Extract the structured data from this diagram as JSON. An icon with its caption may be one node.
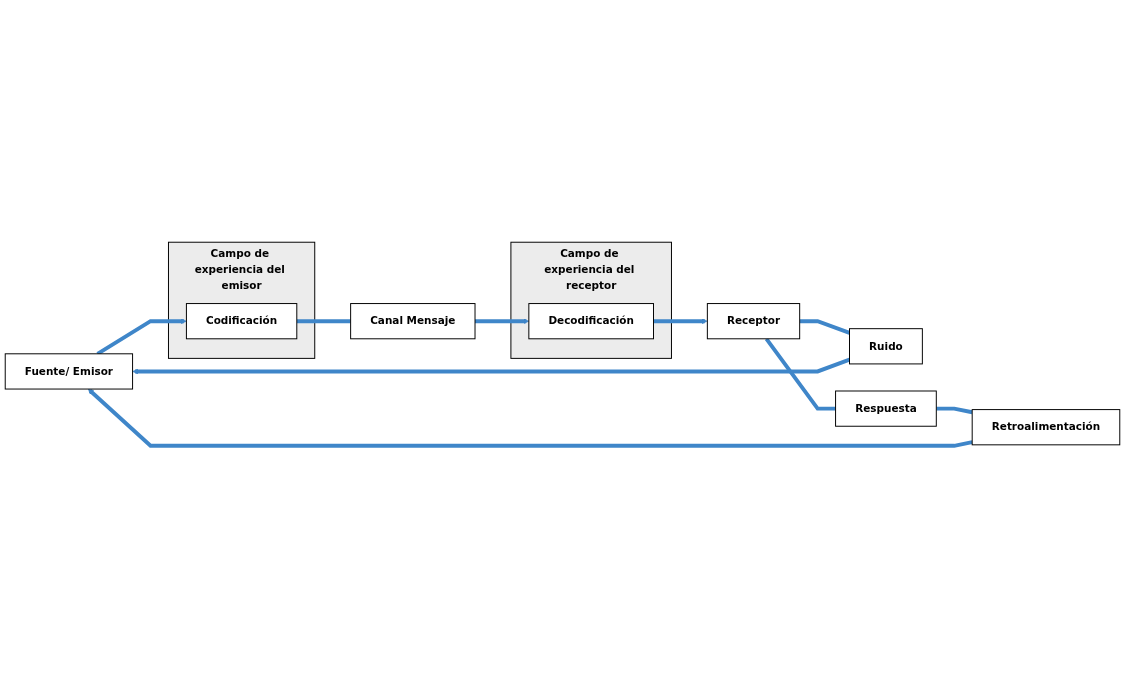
{
  "diagram": {
    "nodes": [
      {
        "text": [
          "Campo de experiencia del emisor"
        ]
      },
      {
        "text": [
          "Campo de experiencia del receptor"
        ]
      },
      {
        "text": [
          "Fuente/ Emisor"
        ]
      },
      {
        "text": [
          "Codificación"
        ],
        "in": 0
      },
      {
        "text": [
          "Canal Mensaje"
        ]
      },
      {
        "text": [
          "Decodificación"
        ],
        "in": 1
      },
      {
        "text": [
          "Receptor"
        ]
      },
      {
        "text": [
          "Ruido"
        ]
      },
      {
        "text": [
          "Retroalimentación"
        ]
      },
      {
        "text": [
          "Respuesta"
        ]
      }
    ],
    "edges": [
      {
        "from": 2,
        "to": 3,
        "arrow": "to"
      },
      {
        "from": 3,
        "to": 4,
        "arrow": "none"
      },
      {
        "from": 4,
        "to": 5,
        "arrow": "to"
      },
      {
        "from": 5,
        "to": 6,
        "arrow": "to"
      },
      {
        "from": 6,
        "to": 9,
        "arrow": "none"
      },
      {
        "from": 9,
        "to": 8,
        "arrow": "none"
      },
      {
        "from": 8,
        "to": 2,
        "arrow": "to"
      },
      {
        "from": 6,
        "to": 7,
        "arrow": "none"
      },
      {
        "from": 7,
        "to": 2,
        "arrow": "to"
      }
    ]
  }
}
